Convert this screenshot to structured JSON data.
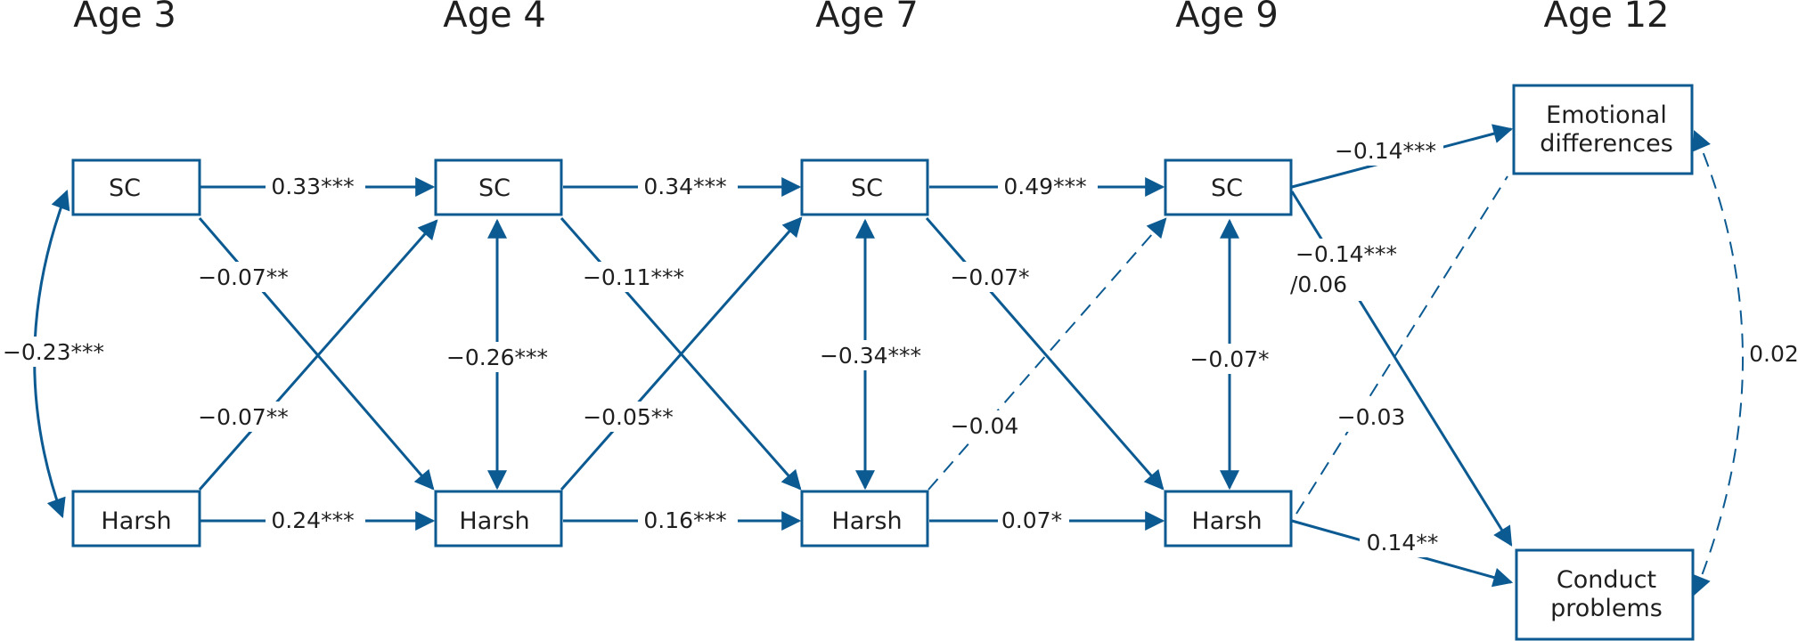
{
  "ages": [
    "Age 3",
    "Age 4",
    "Age 7",
    "Age 9",
    "Age 12"
  ],
  "nodes": {
    "sc": "SC",
    "harsh": "Harsh",
    "emotional": [
      "Emotional",
      "differences"
    ],
    "conduct": [
      "Conduct",
      "problems"
    ]
  },
  "paths": {
    "age3_corr": "−0.23***",
    "sc3_sc4": "0.33***",
    "harsh3_harsh4": "0.24***",
    "sc3_harsh4": "−0.07**",
    "harsh3_sc4": "−0.07**",
    "age4_corr": "−0.26***",
    "sc4_sc7": "0.34***",
    "harsh4_harsh7": "0.16***",
    "sc4_harsh7": "−0.11***",
    "harsh4_sc7": "−0.05**",
    "age7_corr": "−0.34***",
    "sc7_sc9": "0.49***",
    "harsh7_harsh9": "0.07*",
    "sc7_harsh9": "−0.07*",
    "harsh7_sc9": "−0.04",
    "age9_corr": "−0.07*",
    "sc9_emotional": "−0.14***",
    "sc9_conduct_line1": "−0.14***",
    "sc9_conduct_line2": "/0.06",
    "harsh9_emotional": "−0.03",
    "harsh9_conduct": "0.14**",
    "age12_corr": "0.02"
  },
  "colors": {
    "edge": "#0c5a92",
    "text": "#1f1f1f"
  }
}
